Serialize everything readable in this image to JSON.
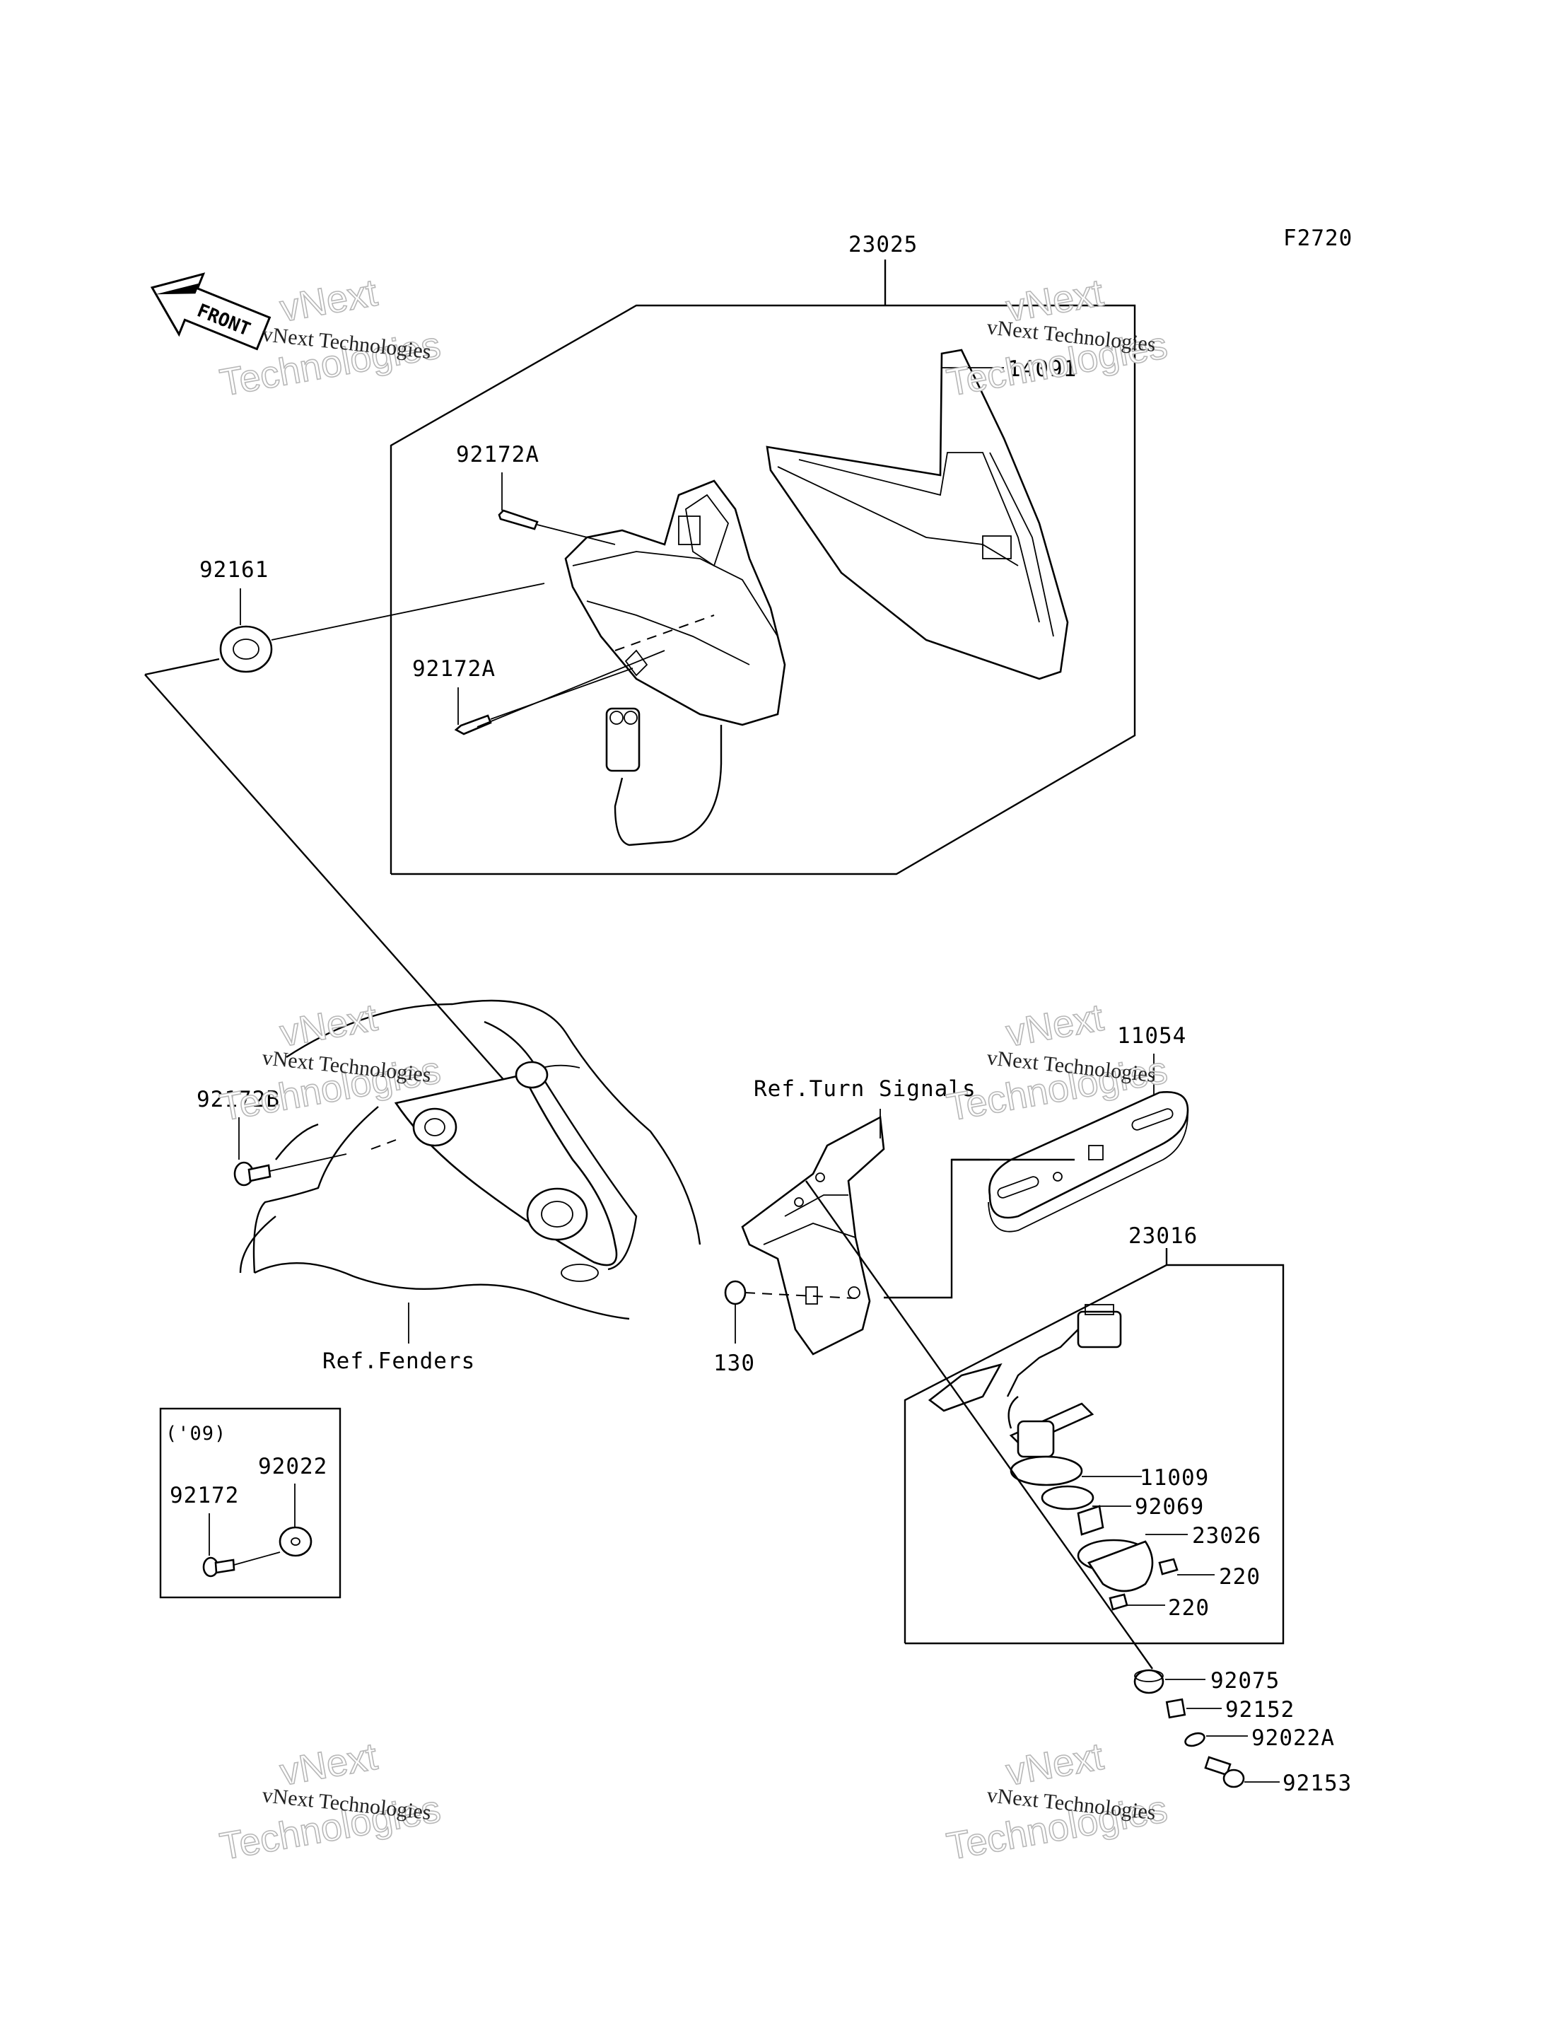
{
  "figure_code": "F2720",
  "front_arrow": {
    "label": "FRONT",
    "icon": "front-arrow-icon"
  },
  "watermark": {
    "company": "vNext Technologies",
    "line1": "vNext",
    "line2": "Technologies"
  },
  "callouts": {
    "p23025": "23025",
    "p14091": "14091",
    "p92172A_top": "92172A",
    "p92172A_bottom": "92172A",
    "p92161": "92161",
    "p92172B": "92172B",
    "p11054": "11054",
    "p23016": "23016",
    "p130": "130",
    "p11009": "11009",
    "p92069": "92069",
    "p23026": "23026",
    "p220_a": "220",
    "p220_b": "220",
    "p92075": "92075",
    "p92152": "92152",
    "p92022A": "92022A",
    "p92153": "92153"
  },
  "references": {
    "turn_signals": "Ref.Turn Signals",
    "fenders": "Ref.Fenders"
  },
  "inset": {
    "year": "('09)",
    "p92022": "92022",
    "p92172": "92172"
  }
}
